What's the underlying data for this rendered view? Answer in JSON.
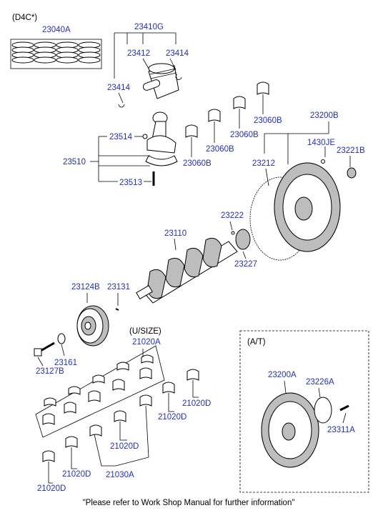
{
  "labels": {
    "engine_variant": "(D4C*)",
    "at_heading": "(A/T)",
    "usize_heading": "(U/SIZE)",
    "footer_note": "\"Please refer to Work Shop Manual for further information\""
  },
  "part_numbers": {
    "p23040A": "23040A",
    "p23410G": "23410G",
    "p23412": "23412",
    "p23414_right": "23414",
    "p23414_left": "23414",
    "p23060B_1": "23060B",
    "p23060B_2": "23060B",
    "p23060B_3": "23060B",
    "p23060B_4": "23060B",
    "p23200B": "23200B",
    "p23514": "23514",
    "p1430JE": "1430JE",
    "p23221B": "23221B",
    "p23510": "23510",
    "p23212": "23212",
    "p23513": "23513",
    "p23222": "23222",
    "p23110": "23110",
    "p23227": "23227",
    "p23124B": "23124B",
    "p23131": "23131",
    "p21020A": "21020A",
    "p23161": "23161",
    "p23127B": "23127B",
    "p21020D_1": "21020D",
    "p21020D_2": "21020D",
    "p21020D_3": "21020D",
    "p21020D_4": "21020D",
    "p21020D_5": "21020D",
    "p21030A": "21030A",
    "p23200A": "23200A",
    "p23226A": "23226A",
    "p23311A": "23311A"
  },
  "colors": {
    "part_number_text": "#1f2fc8",
    "line_art": "#000000",
    "background": "#ffffff"
  }
}
